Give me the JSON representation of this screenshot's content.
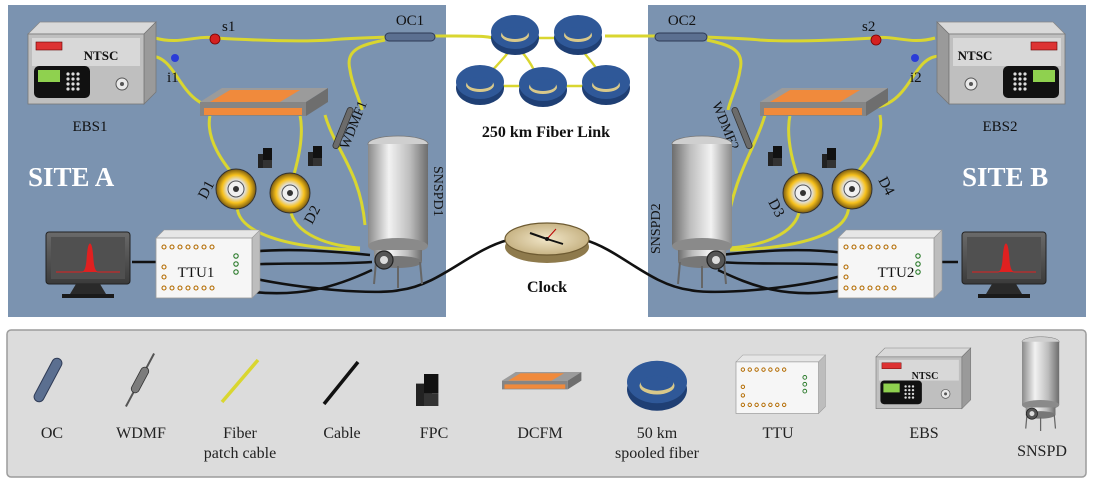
{
  "site_a": {
    "title": "SITE A",
    "ebs_label": "EBS1",
    "ebs_brand": "NTSC",
    "signal_label": "s1",
    "idler_label": "i1",
    "oc_label": "OC1",
    "wdmf_label": "WDMF1",
    "detector_labels": [
      "D1",
      "D2"
    ],
    "snspd_label": "SNSPD1",
    "ttu_label": "TTU1"
  },
  "site_b": {
    "title": "SITE B",
    "ebs_label": "EBS2",
    "ebs_brand": "NTSC",
    "signal_label": "s2",
    "idler_label": "i2",
    "oc_label": "OC2",
    "wdmf_label": "WDMF2",
    "detector_labels": [
      "D3",
      "D4"
    ],
    "snspd_label": "SNSPD2",
    "ttu_label": "TTU2"
  },
  "link": {
    "label": "250 km Fiber Link"
  },
  "clock": {
    "label": "Clock"
  },
  "legend": {
    "items": [
      {
        "line1": "OC",
        "line2": ""
      },
      {
        "line1": "WDMF",
        "line2": ""
      },
      {
        "line1": "Fiber",
        "line2": "patch cable"
      },
      {
        "line1": "Cable",
        "line2": ""
      },
      {
        "line1": "FPC",
        "line2": ""
      },
      {
        "line1": "DCFM",
        "line2": ""
      },
      {
        "line1": "50 km",
        "line2": "spooled fiber"
      },
      {
        "line1": "TTU",
        "line2": ""
      },
      {
        "line1": "EBS",
        "line2": ""
      },
      {
        "line1": "SNSPD",
        "line2": ""
      }
    ],
    "ebs_brand": "NTSC"
  },
  "colors": {
    "site_bg": "#7b93b0",
    "fiber": "#d9d630",
    "legend_bg": "#dcdcdc",
    "spool_blue": "#2f5898",
    "dcfm_orange": "#f08a3c"
  }
}
